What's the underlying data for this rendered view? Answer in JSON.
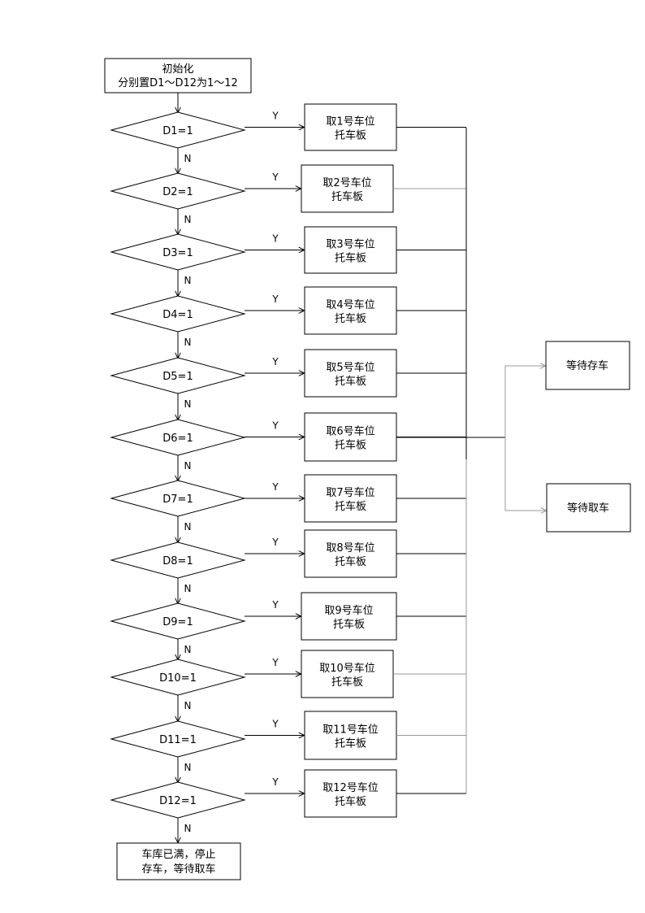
{
  "start": {
    "line1": "初始化",
    "line2": "分别置D1～D12为1～12"
  },
  "yes_label": "Y",
  "no_label": "N",
  "decisions": [
    "D1=1",
    "D2=1",
    "D3=1",
    "D4=1",
    "D5=1",
    "D6=1",
    "D7=1",
    "D8=1",
    "D9=1",
    "D10=1",
    "D11=1",
    "D12=1"
  ],
  "actions": [
    {
      "line1": "取1号车位",
      "line2": "托车板"
    },
    {
      "line1": "取2号车位",
      "line2": "托车板"
    },
    {
      "line1": "取3号车位",
      "line2": "托车板"
    },
    {
      "line1": "取4号车位",
      "line2": "托车板"
    },
    {
      "line1": "取5号车位",
      "line2": "托车板"
    },
    {
      "line1": "取6号车位",
      "line2": "托车板"
    },
    {
      "line1": "取7号车位",
      "line2": "托车板"
    },
    {
      "line1": "取8号车位",
      "line2": "托车板"
    },
    {
      "line1": "取9号车位",
      "line2": "托车板"
    },
    {
      "line1": "取10号车位",
      "line2": "托车板"
    },
    {
      "line1": "取11号车位",
      "line2": "托车板"
    },
    {
      "line1": "取12号车位",
      "line2": "托车板"
    }
  ],
  "end": {
    "line1": "车库已满，停止",
    "line2": "存车，等待取车"
  },
  "outcomes": {
    "store": "等待存车",
    "retrieve": "等待取车"
  }
}
